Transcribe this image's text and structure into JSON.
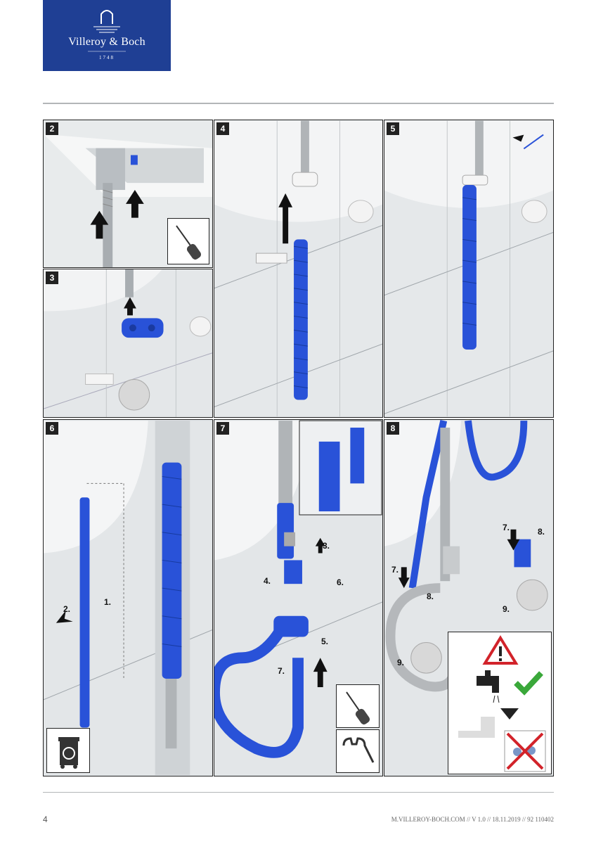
{
  "header": {
    "brand": "Villeroy & Boch",
    "year": "1748",
    "brand_color": "#1f3f94"
  },
  "steps": [
    {
      "number": "2"
    },
    {
      "number": "3"
    },
    {
      "number": "4"
    },
    {
      "number": "5"
    },
    {
      "number": "6",
      "labels": [
        "1.",
        "2."
      ]
    },
    {
      "number": "7",
      "labels": [
        "3.",
        "4.",
        "5.",
        "6.",
        "7."
      ]
    },
    {
      "number": "8",
      "labels": [
        "7.",
        "8.",
        "7.",
        "8.",
        "9.",
        "9."
      ]
    }
  ],
  "icons": [
    "screwdriver-icon",
    "wrench-icon",
    "recycle-bin-icon",
    "warning-icon",
    "tap-icon",
    "checkmark-icon",
    "no-dripping-icon"
  ],
  "colors": {
    "accent": "#2952d8",
    "tile": "#dfe3e6",
    "border": "#222222",
    "check": "#3aa83a",
    "warning": "#d2232a"
  },
  "footer": {
    "page_number": "4",
    "info": "M.VILLEROY-BOCH.COM // V 1.0 // 18.11.2019 // 92 110402"
  }
}
